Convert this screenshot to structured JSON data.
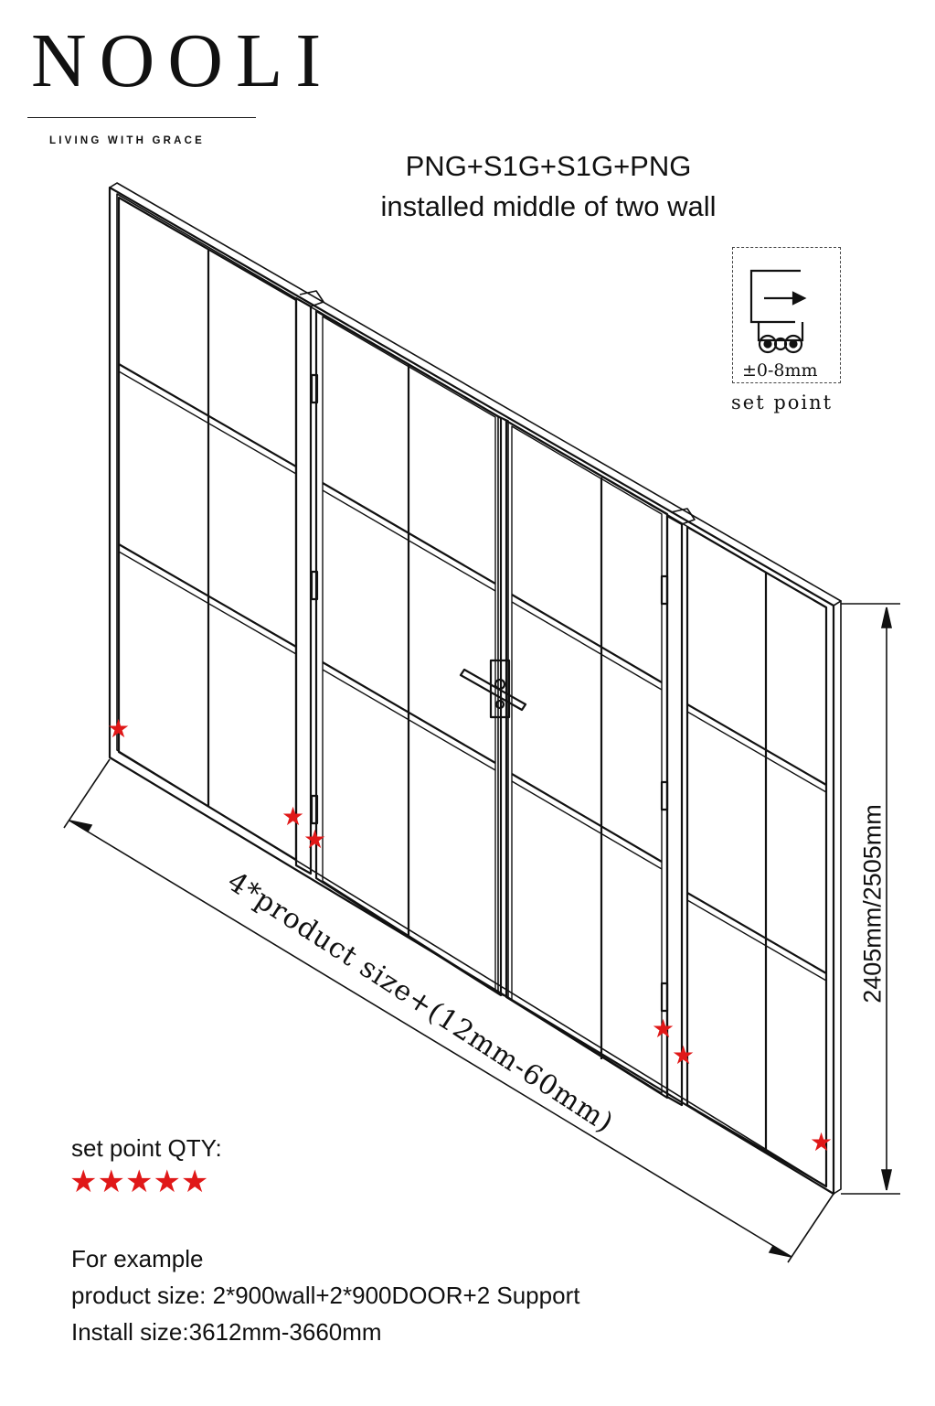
{
  "brand": {
    "logo": "NOOLI",
    "tagline": "LIVING WITH GRACE"
  },
  "title": {
    "line1": "PNG+S1G+S1G+PNG",
    "line2": "installed middle of two wall"
  },
  "set_point_legend": {
    "range": "±0-8mm",
    "caption": "set point"
  },
  "dimensions": {
    "height": "2405mm/2505mm",
    "width": "4*product size+(12mm-60mm)"
  },
  "set_point_qty": {
    "label": "set point QTY:",
    "stars": "★★★★★"
  },
  "example": {
    "heading": "For example",
    "product_size": "product size:   2*900wall+2*900DOOR+2 Support",
    "install_size": "Install size:3612mm-3660mm"
  },
  "colors": {
    "line": "#111111",
    "star": "#e01818"
  }
}
